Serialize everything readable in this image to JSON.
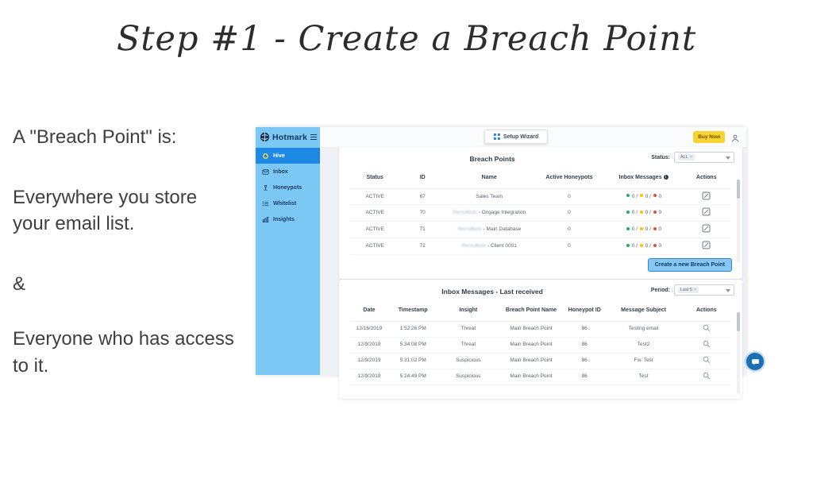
{
  "slide": {
    "title": "Step #1 - Create a Breach Point",
    "body_lines": [
      "A \"Breach Point\" is:",
      "Everywhere you store your email list.",
      "&",
      "Everyone who has access to it."
    ]
  },
  "app": {
    "brand": "Hotmark",
    "sidebar": [
      {
        "label": "Hive",
        "active": true
      },
      {
        "label": "Inbox",
        "active": false
      },
      {
        "label": "Honeypots",
        "active": false
      },
      {
        "label": "Whitelist",
        "active": false
      },
      {
        "label": "Insights",
        "active": false
      }
    ],
    "topbar": {
      "setup_wizard": "Setup Wizard",
      "buy_now": "Buy Now"
    },
    "breach_points": {
      "title": "Breach Points",
      "filter_label": "Status:",
      "filter_value": "ALL",
      "columns": [
        "Status",
        "ID",
        "Name",
        "Active Honeypots",
        "Inbox Messages",
        "Actions"
      ],
      "rows": [
        {
          "status": "ACTIVE",
          "id": "67",
          "name_prefix": "",
          "name": "Sales Team",
          "active_honeypots": "0",
          "counts": {
            "green": "0",
            "yellow": "0",
            "red": "0"
          }
        },
        {
          "status": "ACTIVE",
          "id": "70",
          "name_prefix": "Recruitbots",
          "name": " - Ongage Integration",
          "active_honeypots": "0",
          "counts": {
            "green": "0",
            "yellow": "0",
            "red": "0"
          }
        },
        {
          "status": "ACTIVE",
          "id": "71",
          "name_prefix": "Recruitbots",
          "name": " - Main Database",
          "active_honeypots": "0",
          "counts": {
            "green": "0",
            "yellow": "0",
            "red": "0"
          }
        },
        {
          "status": "ACTIVE",
          "id": "72",
          "name_prefix": "Recruitbots",
          "name": " - Client 0001",
          "active_honeypots": "0",
          "counts": {
            "green": "0",
            "yellow": "0",
            "red": "0"
          }
        }
      ],
      "create_button": "Create a new Breach Point"
    },
    "inbox_messages": {
      "title": "Inbox Messages - Last received",
      "filter_label": "Period:",
      "filter_value": "Last 5",
      "columns": [
        "Date",
        "Timestamp",
        "Insight",
        "Breach Point Name",
        "Honeypot ID",
        "Message Subject",
        "Actions"
      ],
      "rows": [
        {
          "date": "12/16/2019",
          "timestamp": "1:52:26 PM",
          "insight": "Threat",
          "breach_point_name": "Main Breach Point",
          "honeypot_id": "86",
          "subject": "Testing email"
        },
        {
          "date": "12/9/2019",
          "timestamp": "5:34:08 PM",
          "insight": "Threat",
          "breach_point_name": "Main Breach Point",
          "honeypot_id": "86",
          "subject": "Test2"
        },
        {
          "date": "12/9/2019",
          "timestamp": "5:31:02 PM",
          "insight": "Suspicious",
          "breach_point_name": "Main Breach Point",
          "honeypot_id": "86",
          "subject": "Fw: Test"
        },
        {
          "date": "12/9/2019",
          "timestamp": "5:24:49 PM",
          "insight": "Suspicious",
          "breach_point_name": "Main Breach Point",
          "honeypot_id": "86",
          "subject": "Test"
        }
      ]
    },
    "colors": {
      "sidebar": "#7cc8f5",
      "active_item": "#1e88e5",
      "buy_now_yellow": "#f7d231",
      "green_dot": "#27ae60",
      "yellow_dot": "#f1c40f",
      "red_dot": "#e74c3c",
      "chat_bubble": "#1b6fb5"
    }
  }
}
